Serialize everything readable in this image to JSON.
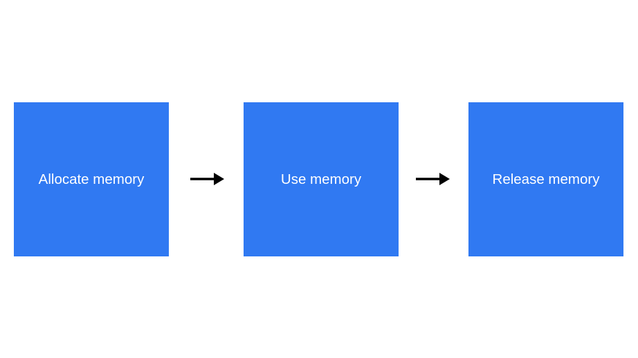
{
  "diagram": {
    "colors": {
      "box_fill": "#3079f2",
      "box_text": "#ffffff",
      "arrow": "#000000",
      "background": "#ffffff"
    },
    "steps": [
      {
        "label": "Allocate memory"
      },
      {
        "label": "Use memory"
      },
      {
        "label": "Release memory"
      }
    ],
    "connectors": [
      {
        "from": 0,
        "to": 1,
        "icon": "right-arrow-icon"
      },
      {
        "from": 1,
        "to": 2,
        "icon": "right-arrow-icon"
      }
    ]
  }
}
